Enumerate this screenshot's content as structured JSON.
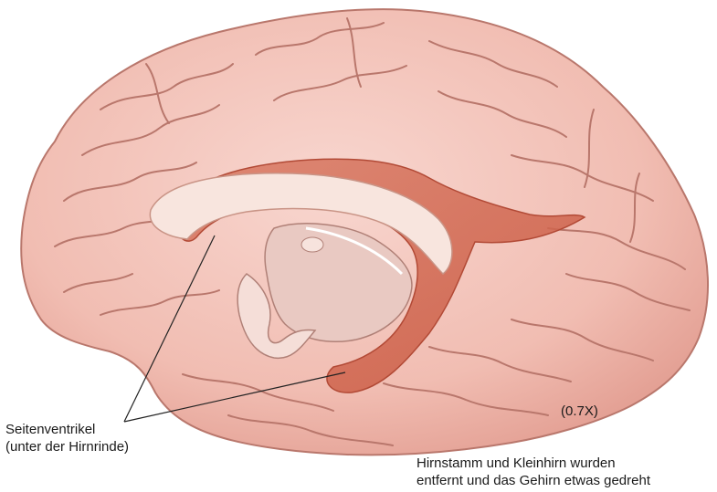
{
  "colors": {
    "brain_fill": "#f4c7be",
    "brain_shade": "#e39d90",
    "gyrus_line": "#b9776c",
    "ventricle": "#d26650",
    "corpus_callosum": "#f8e5de",
    "leader_line": "#222222"
  },
  "labels": {
    "ventricle_line1": "Seitenventrikel",
    "ventricle_line2": "(unter der Hirnrinde)",
    "scale": "(0.7X)",
    "caption_line1": "Hirnstamm und Kleinhirn wurden",
    "caption_line2": "entfernt und das Gehirn etwas gedreht"
  }
}
